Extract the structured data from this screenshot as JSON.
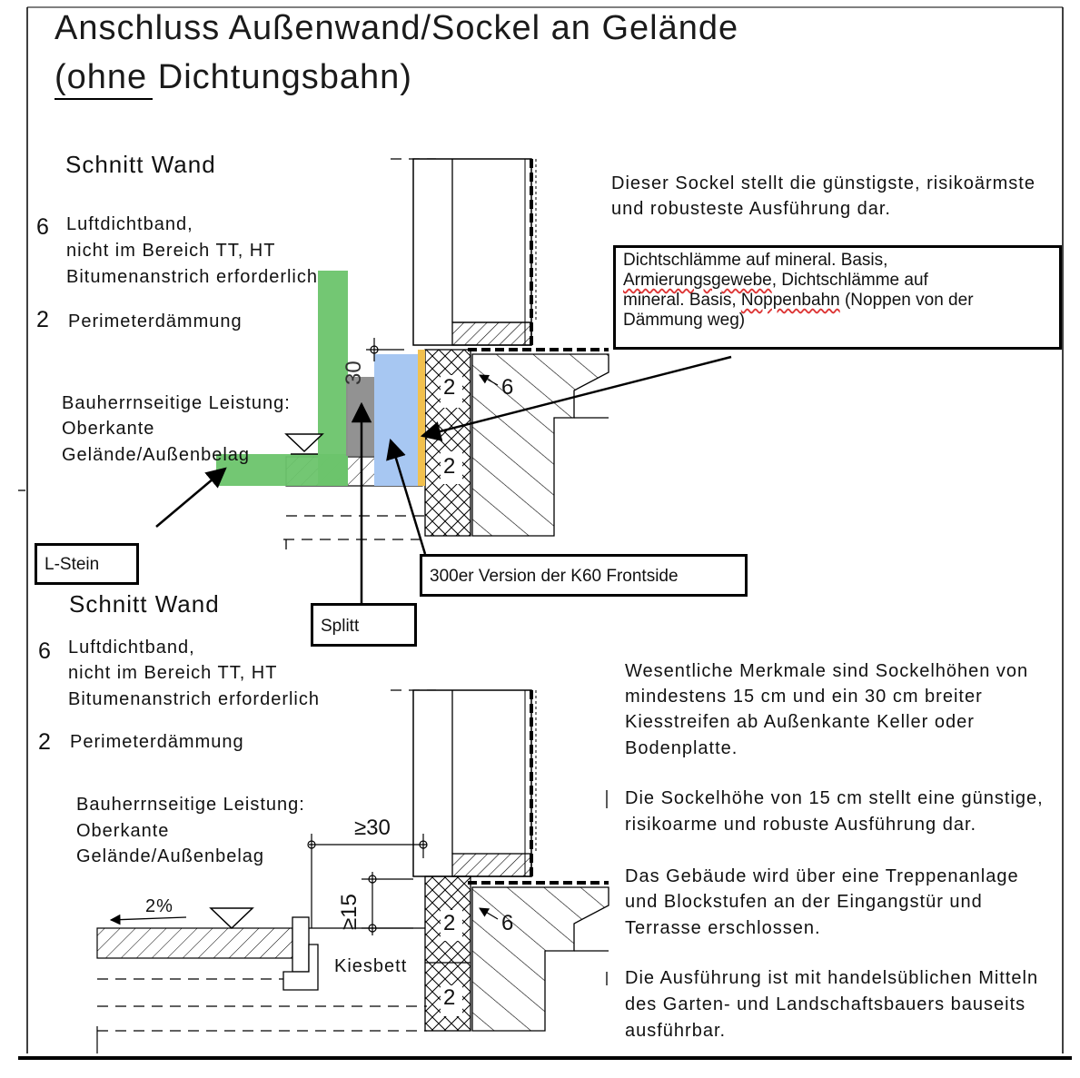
{
  "title": {
    "line1": "Anschluss Außenwand/Sockel an Gelände",
    "line2_underlined": "(ohne",
    "line2_rest": " Dichtungsbahn)"
  },
  "upper": {
    "heading": "Schnitt Wand",
    "item6_num": "6",
    "item6_lines": [
      "Luftdichtband,",
      "nicht im Bereich TT, HT",
      "Bitumenanstrich erforderlich"
    ],
    "item2_num": "2",
    "item2_label": "Perimeterdämmung",
    "client_lines": [
      "Bauherrnseitige Leistung:",
      "Oberkante",
      "Gelände/Außenbelag"
    ],
    "description": [
      "Dieser Sockel stellt die günstigste, risikoärmste",
      "und robusteste Ausführung dar."
    ],
    "dim_30": "30",
    "mark_2a": "2",
    "mark_6": "6",
    "mark_2b": "2"
  },
  "callouts": {
    "dichtschlaemme": {
      "l1": "Dichtschlämme auf mineral. Basis,",
      "l2a": "Armierungsgewebe",
      "l2b": ", Dichtschlämme auf",
      "l3a": "mineral. Basis, ",
      "l3b": "Noppenbahn",
      "l3c": " (Noppen von der",
      "l4": "Dämmung weg)"
    },
    "lstein": "L-Stein",
    "k60": "300er Version der K60 Frontside",
    "splitt": "Splitt"
  },
  "lower": {
    "heading": "Schnitt Wand",
    "item6_num": "6",
    "item6_lines": [
      "Luftdichtband,",
      "nicht im Bereich TT, HT",
      "Bitumenanstrich erforderlich"
    ],
    "item2_num": "2",
    "item2_label": "Perimeterdämmung",
    "client_lines": [
      "Bauherrnseitige Leistung:",
      "Oberkante",
      "Gelände/Außenbelag"
    ],
    "dim_30": "≥30",
    "dim_15": "≥15",
    "slope": "2%",
    "kiesbett": "Kiesbett",
    "mark_2a": "2",
    "mark_6": "6",
    "mark_2b": "2",
    "para1": [
      "Wesentliche Merkmale sind Sockelhöhen von",
      "mindestens 15 cm und ein 30 cm breiter",
      "Kiesstreifen ab Außenkante Keller oder",
      "Bodenplatte."
    ],
    "para2": [
      "Die Sockelhöhe von 15 cm stellt eine günstige,",
      "risikoarme und robuste Ausführung dar."
    ],
    "para3": [
      "Das Gebäude wird über eine Treppenanlage",
      "und Blockstufen an der Eingangstür und",
      "Terrasse erschlossen."
    ],
    "para4": [
      "Die Ausführung ist mit handelsüblichen Mitteln",
      "des Garten- und Landschaftsbauers bauseits",
      "ausführbar."
    ]
  },
  "colors": {
    "green": "#6cc46c",
    "blue": "#a7c7f2",
    "gray": "#8c8c8c",
    "yellow": "#f2c14e"
  }
}
